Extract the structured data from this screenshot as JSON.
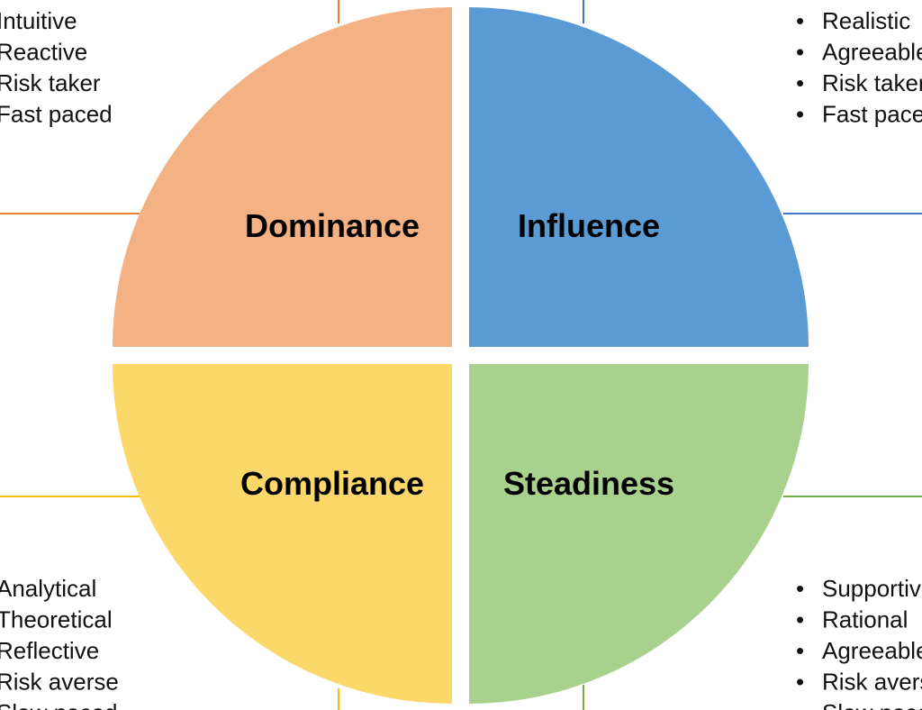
{
  "colors": {
    "dominance_fill": "#F4B183",
    "dominance_line": "#ED7D31",
    "influence_fill": "#5B9BD5",
    "influence_line": "#4472C4",
    "compliance_fill": "#FCD86A",
    "compliance_line": "#FFC000",
    "steadiness_fill": "#A9D18E",
    "steadiness_line": "#70AD47"
  },
  "quadrants": {
    "dominance": {
      "label": "Dominance",
      "traits": [
        "Intuitive",
        "Reactive",
        "Risk taker",
        "Fast paced"
      ]
    },
    "influence": {
      "label": "Influence",
      "traits": [
        "Realistic",
        "Agreeable",
        "Risk taker",
        "Fast paced"
      ]
    },
    "compliance": {
      "label": "Compliance",
      "traits": [
        "Analytical",
        "Theoretical",
        "Reflective",
        "Risk averse",
        "Slow paced"
      ]
    },
    "steadiness": {
      "label": "Steadiness",
      "traits": [
        "Supportive",
        "Rational",
        "Agreeable",
        "Risk averse",
        "Slow paced"
      ]
    }
  },
  "bullet": "•"
}
